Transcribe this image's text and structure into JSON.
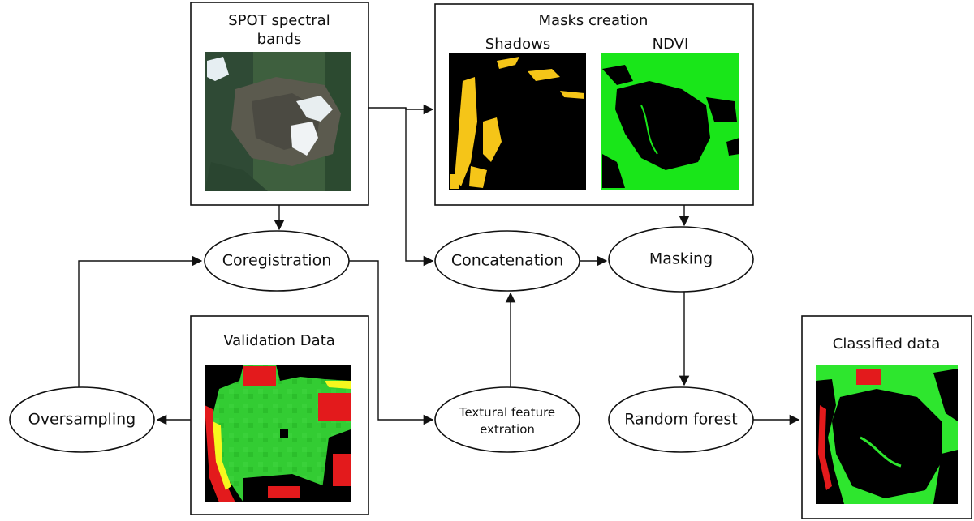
{
  "boxes": {
    "spot": {
      "title_line1": "SPOT spectral",
      "title_line2": "bands"
    },
    "masks": {
      "title": "Masks creation",
      "shadows_label": "Shadows",
      "ndvi_label": "NDVI"
    },
    "validation": {
      "title": "Validation Data"
    },
    "classified": {
      "title": "Classified data"
    }
  },
  "nodes": {
    "coregistration": "Coregistration",
    "concatenation": "Concatenation",
    "masking": "Masking",
    "oversampling": "Oversampling",
    "textural_line1": "Textural feature",
    "textural_line2": "extration",
    "random_forest": "Random forest"
  },
  "colors": {
    "shadow": "#f5c518",
    "ndvi_green": "#19e619",
    "validation_green": "#33cc33",
    "validation_red": "#e31a1c",
    "validation_yellow": "#f7f71e",
    "classified_green": "#2ee62e"
  }
}
